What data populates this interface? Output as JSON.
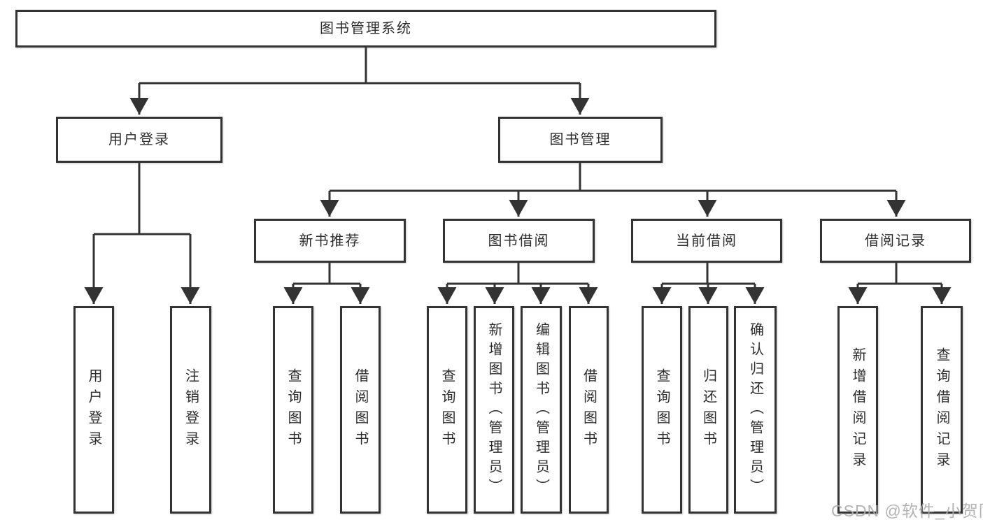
{
  "diagram_type": "hierarchy-tree",
  "nodes": {
    "root": {
      "label": "图书管理系统"
    },
    "level2": [
      {
        "id": "user-login",
        "label": "用户登录",
        "parent": "图书管理系统"
      },
      {
        "id": "book-management",
        "label": "图书管理",
        "parent": "图书管理系统"
      }
    ],
    "level3": [
      {
        "id": "new-book-recommend",
        "label": "新书推荐",
        "parent": "图书管理"
      },
      {
        "id": "book-borrow",
        "label": "图书借阅",
        "parent": "图书管理"
      },
      {
        "id": "current-borrow",
        "label": "当前借阅",
        "parent": "图书管理"
      },
      {
        "id": "borrow-records",
        "label": "借阅记录",
        "parent": "图书管理"
      }
    ],
    "leaves": [
      {
        "id": "leaf-user-login",
        "label": "用户登录",
        "parent": "用户登录"
      },
      {
        "id": "leaf-logout",
        "label": "注销登录",
        "parent": "用户登录"
      },
      {
        "id": "leaf-query-books-1",
        "label": "查询图书",
        "parent": "新书推荐"
      },
      {
        "id": "leaf-borrow-books-1",
        "label": "借阅图书",
        "parent": "新书推荐"
      },
      {
        "id": "leaf-query-books-2",
        "label": "查询图书",
        "parent": "图书借阅"
      },
      {
        "id": "leaf-add-book-admin",
        "label": "新增图书（管理员）",
        "parent": "图书借阅"
      },
      {
        "id": "leaf-edit-book-admin",
        "label": "编辑图书（管理员）",
        "parent": "图书借阅"
      },
      {
        "id": "leaf-borrow-books-2",
        "label": "借阅图书",
        "parent": "图书借阅"
      },
      {
        "id": "leaf-query-books-3",
        "label": "查询图书",
        "parent": "当前借阅"
      },
      {
        "id": "leaf-return-book",
        "label": "归还图书",
        "parent": "当前借阅"
      },
      {
        "id": "leaf-confirm-return-admin",
        "label": "确认归还（管理员）",
        "parent": "当前借阅"
      },
      {
        "id": "leaf-add-borrow-record",
        "label": "新增借阅记录",
        "parent": "借阅记录"
      },
      {
        "id": "leaf-query-borrow-record",
        "label": "查询借阅记录",
        "parent": "借阅记录"
      }
    ]
  },
  "watermark": "CSDN @软件_小贺同学",
  "colors": {
    "line": "#333333",
    "box_border": "#333333",
    "text": "#2d2d2d",
    "watermark": "#acacac",
    "background": "#ffffff"
  }
}
